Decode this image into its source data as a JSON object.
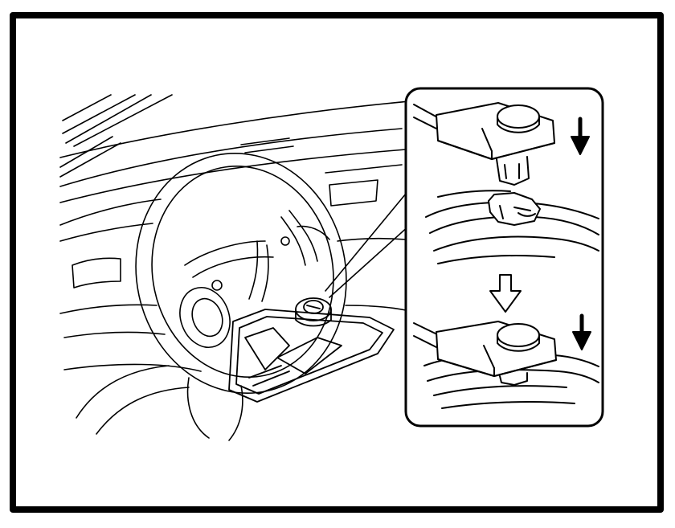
{
  "figure": {
    "line_color": "#000000",
    "background": "#ffffff",
    "frame": "thick-border",
    "main_view": "steering-wheel-with-airbag-connector",
    "inset": {
      "steps": [
        {
          "name": "connector-above-terminal",
          "arrow": "down-arrow-icon"
        },
        {
          "name": "step-arrow",
          "arrow": "hollow-down-arrow-icon"
        },
        {
          "name": "connector-connected",
          "arrow": "down-arrow-icon"
        }
      ]
    }
  }
}
